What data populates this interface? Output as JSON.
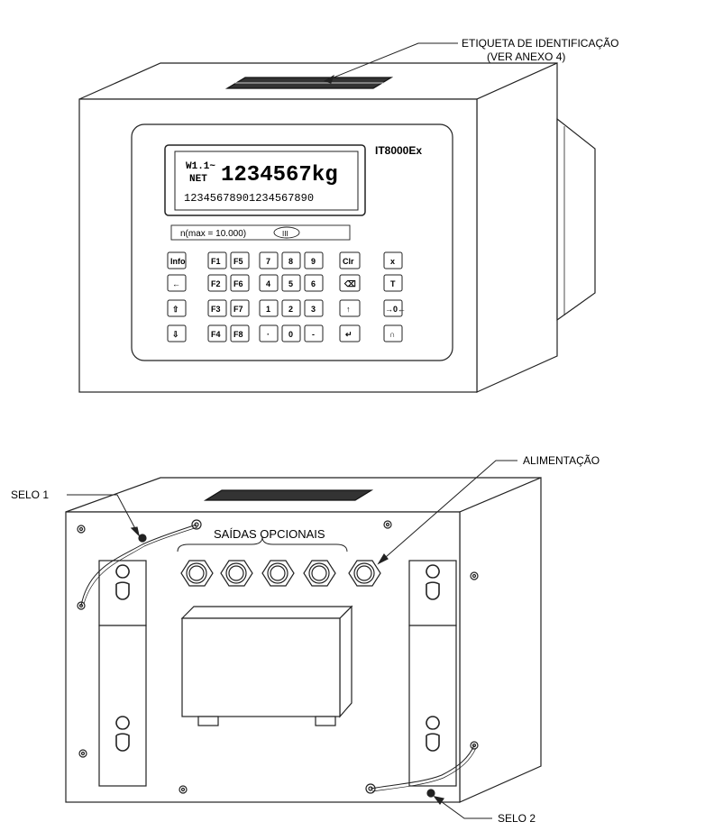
{
  "front_view": {
    "callout_label": {
      "line1": "ETIQUETA DE IDENTIFICAÇÃO",
      "line2": "(VER ANEXO 4)"
    },
    "model": "IT8000Ex",
    "display": {
      "mode_top": "W1.1~",
      "mode_bottom": "NET",
      "weight": "1234567kg",
      "digits": "12345678901234567890"
    },
    "capacity_label": "n(max = 10.000)",
    "class_badge": "III",
    "keypad": {
      "left_column": [
        "Info",
        "←",
        "⇧",
        "⇩"
      ],
      "function_keys": [
        "F1",
        "F5",
        "F2",
        "F6",
        "F3",
        "F7",
        "F4",
        "F8"
      ],
      "numeric_keys": [
        "7",
        "8",
        "9",
        "Clr",
        "4",
        "5",
        "6",
        "⌫",
        "1",
        "2",
        "3",
        "↑",
        "·",
        "0",
        "-",
        "↵"
      ],
      "right_column": [
        "x",
        "T",
        "→0←",
        "∩"
      ]
    }
  },
  "back_view": {
    "seal_1": "SELO 1",
    "seal_2": "SELO 2",
    "power_label": "ALIMENTAÇÃO",
    "optional_outputs_label": "SAÍDAS OPCIONAIS"
  }
}
